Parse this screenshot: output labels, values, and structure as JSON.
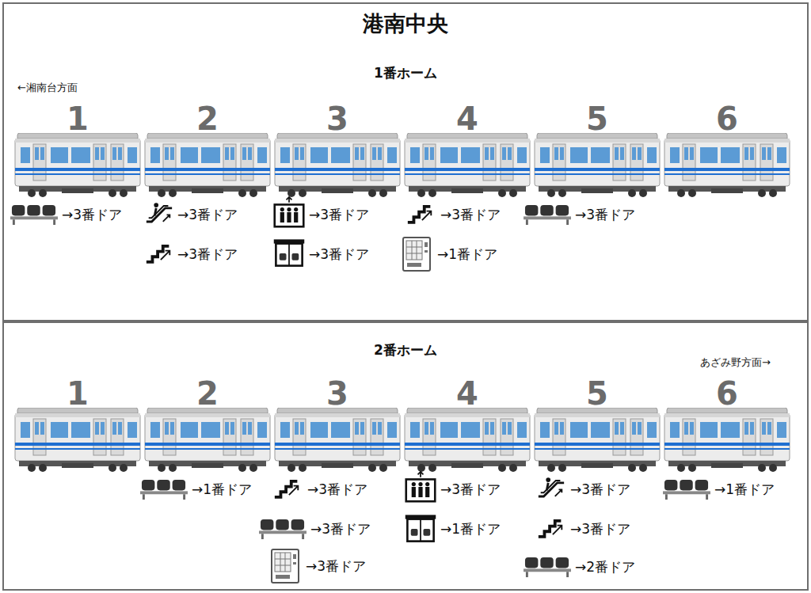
{
  "diagram": {
    "title": "港南中央",
    "nodes": [
      {
        "text": [
          "1番ホーム"
        ]
      },
      {
        "text": [
          "2番ホーム"
        ]
      }
    ],
    "labels": [
      "←湘南台方面",
      "1",
      "2",
      "3",
      "4",
      "5",
      "6",
      "→3番ドア",
      "→3番ドア",
      "→3番ドア",
      "→3番ドア",
      "→3番ドア",
      "→3番ドア",
      "→1番ドア",
      "→3番ドア",
      "あざみ野方面→",
      "1",
      "2",
      "3",
      "4",
      "5",
      "6",
      "→1番ドア",
      "→3番ドア",
      "→3番ドア",
      "→3番ドア",
      "→3番ドア",
      "→1番ドア",
      "→3番ドア",
      "→3番ドア",
      "→2番ドア",
      "→1番ドア"
    ]
  }
}
